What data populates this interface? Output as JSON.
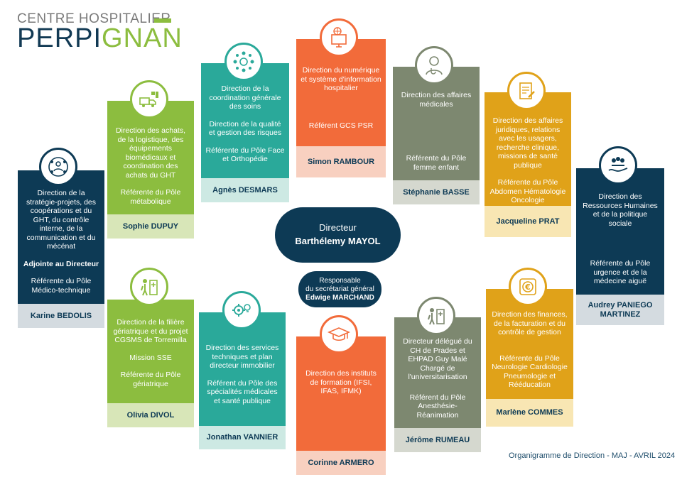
{
  "header": {
    "hospital_label": "CENTRE HOSPITALIER",
    "city_part1": "PERPI",
    "city_part2": "GNAN"
  },
  "colors": {
    "navy": "#0d3a55",
    "dark_teal": "#1c4f5c",
    "green": "#8cbd3f",
    "light_green": "#d8e6b8",
    "teal": "#2aa99a",
    "light_teal": "#cde9e3",
    "orange": "#f26b3a",
    "peach": "#f8d0c0",
    "olive_gray": "#7d8870",
    "gray_light": "#d5d8cf",
    "gold": "#e0a219",
    "light_gold": "#f8e6b3",
    "slate_light": "#d4dbe0"
  },
  "director": {
    "label": "Directeur",
    "name": "Barthélemy MAYOL"
  },
  "secretary": {
    "line1": "Responsable",
    "line2": "du secrétariat général",
    "name": "Edwige MARCHAND"
  },
  "cards": [
    {
      "icon": "network-people-icon",
      "lines": [
        "Direction de la stratégie-projets, des coopérations et du GHT, du contrôle interne, de la communication et du mécénat"
      ],
      "extra": "Adjointe au Directeur",
      "ref": "Référente du Pôle Médico-technique",
      "name": "Karine BEDOLIS"
    },
    {
      "icon": "logistics-truck-icon",
      "lines": [
        "Direction des achats, de la logistique, des équipements biomédicaux et coordination des achats du GHT"
      ],
      "ref": "Référente du Pôle métabolique",
      "name": "Sophie DUPUY"
    },
    {
      "icon": "care-coordination-icon",
      "lines": [
        "Direction de la coordination générale des soins",
        "Direction de la qualité et gestion des risques"
      ],
      "ref": "Référente du Pôle Face et Orthopédie",
      "name": "Agnès DESMARS"
    },
    {
      "icon": "digital-computer-icon",
      "lines": [
        "Direction du numérique et système d'information hospitalier"
      ],
      "ref": "Référent GCS PSR",
      "name": "Simon RAMBOUR"
    },
    {
      "icon": "doctor-icon",
      "lines": [
        "Direction des affaires médicales"
      ],
      "ref": "Référente du Pôle femme enfant",
      "name": "Stéphanie BASSE"
    },
    {
      "icon": "legal-document-icon",
      "lines": [
        "Direction des affaires juridiques, relations avec les usagers, recherche clinique, missions de santé publique"
      ],
      "ref": "Référente du Pôle Abdomen Hématologie Oncologie",
      "name": "Jacqueline PRAT"
    },
    {
      "icon": "hand-people-icon",
      "lines": [
        "Direction des Ressources Humaines et de la politique sociale"
      ],
      "ref": "Référente du Pôle urgence et de la médecine aiguë",
      "name": "Audrey PANIEGO MARTINEZ"
    },
    {
      "icon": "elderly-hospital-icon",
      "lines": [
        "Direction de la filière gériatrique et du projet CGSMS de Torremilla",
        "Mission SSE"
      ],
      "ref": "Référente du Pôle gériatrique",
      "name": "Olivia DIVOL"
    },
    {
      "icon": "gear-bulb-icon",
      "lines": [
        "Direction des services techniques et plan directeur immobilier"
      ],
      "ref": "Référent du Pôle des spécialités médicales et santé publique",
      "name": "Jonathan VANNIER"
    },
    {
      "icon": "graduation-cap-icon",
      "lines": [
        "Direction des instituts de formation (IFSI, IFAS, IFMK)"
      ],
      "ref": "",
      "name": "Corinne ARMERO"
    },
    {
      "icon": "elderly-hospital-icon",
      "lines": [
        "Directeur délégué du CH de Prades et EHPAD Guy Malé Chargé de l'universitarisation"
      ],
      "ref": "Référent du Pôle Anesthésie-Réanimation",
      "name": "Jérôme RUMEAU"
    },
    {
      "icon": "euro-coin-icon",
      "lines": [
        "Direction des finances, de la facturation et du contrôle de gestion"
      ],
      "ref": "Référente du Pôle Neurologie Cardiologie Pneumologie et Rééducation",
      "name": "Marlène COMMES"
    }
  ],
  "footer": "Organigramme de Direction - MAJ - AVRIL 2024"
}
